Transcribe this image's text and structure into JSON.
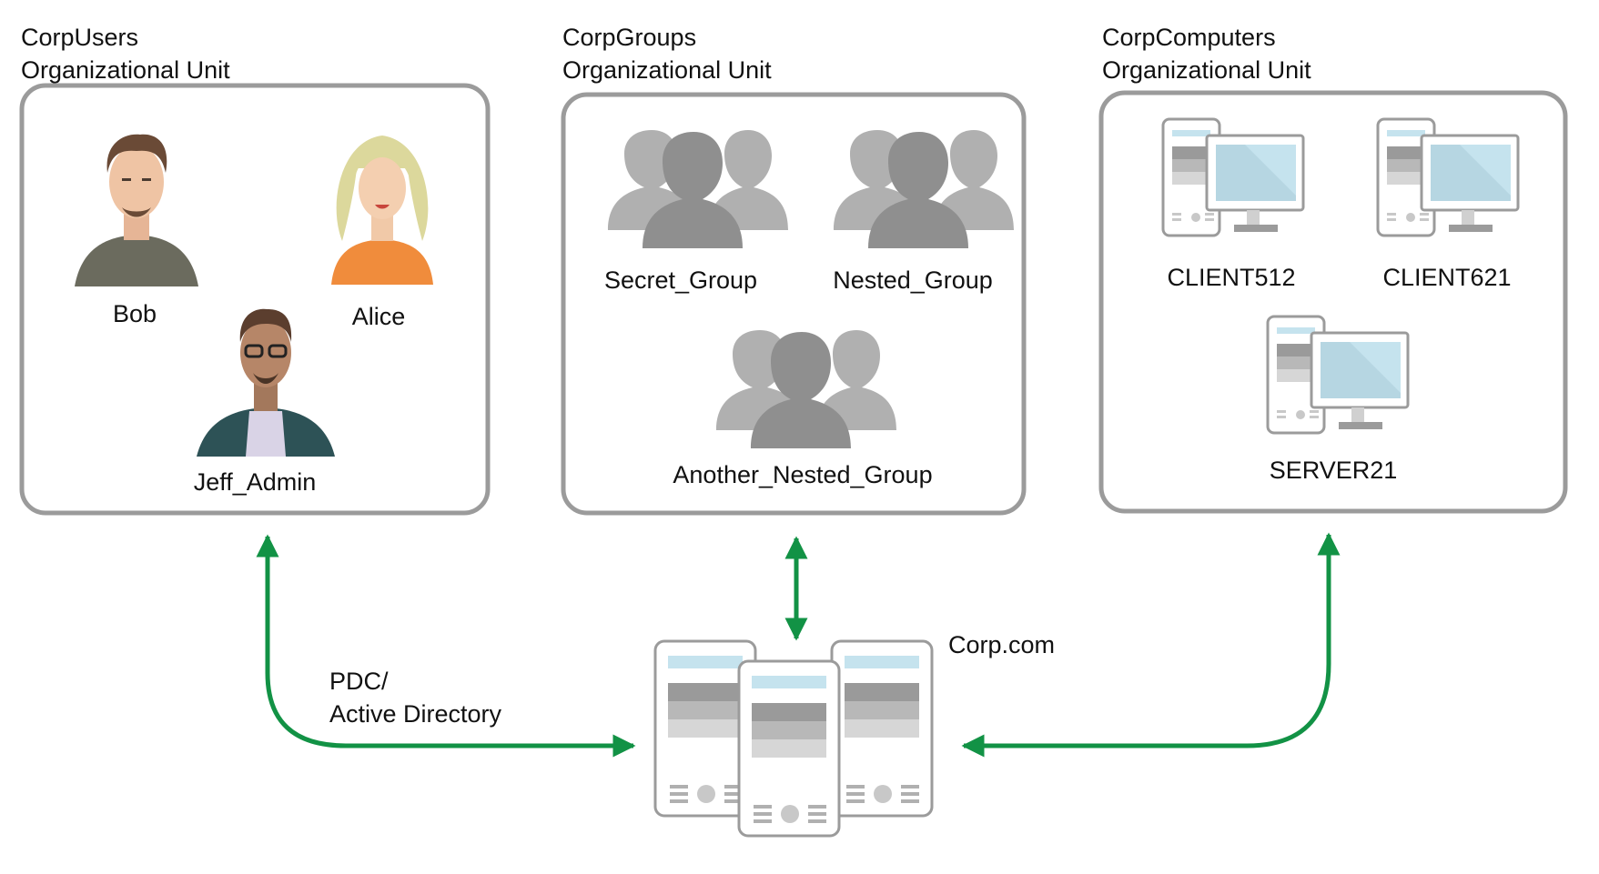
{
  "ous": {
    "users": {
      "name": "CorpUsers",
      "type": "Organizational Unit",
      "members": [
        "Bob",
        "Alice",
        "Jeff_Admin"
      ]
    },
    "groups": {
      "name": "CorpGroups",
      "type": "Organizational Unit",
      "members": [
        "Secret_Group",
        "Nested_Group",
        "Another_Nested_Group"
      ]
    },
    "computers": {
      "name": "CorpComputers",
      "type": "Organizational Unit",
      "members": [
        "CLIENT512",
        "CLIENT621",
        "SERVER21"
      ]
    }
  },
  "dc": {
    "line1": "PDC/",
    "line2": "Active Directory",
    "domain": "Corp.com"
  },
  "colors": {
    "arrow": "#129245",
    "box_border": "#9b9b9b",
    "screen": "#c5e3ee",
    "silhouette_light": "#b0b0b0",
    "silhouette_dark": "#8f8f8f"
  }
}
